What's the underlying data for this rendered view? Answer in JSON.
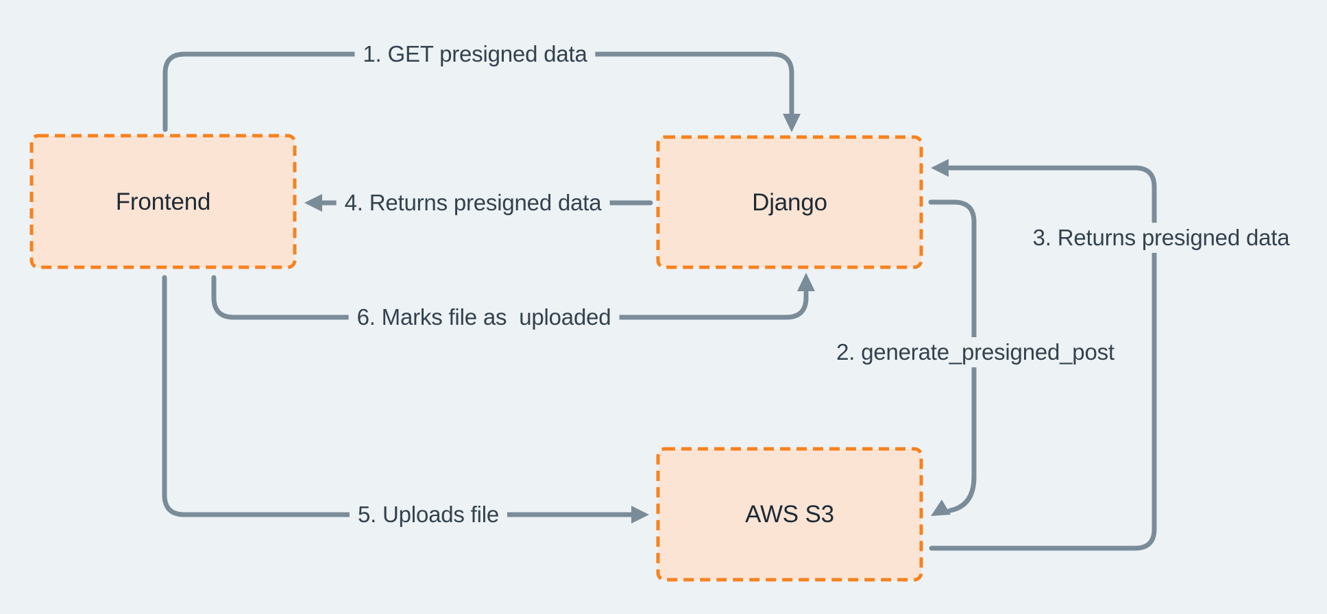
{
  "palette": {
    "background": "#edf2f5",
    "node_fill": "#fce4d4",
    "node_border": "#f6821f",
    "arrow": "#7b8c99",
    "edge_label_text": "#33424d",
    "node_label_text": "#1c2a35"
  },
  "nodes": [
    {
      "id": "frontend",
      "label": "Frontend"
    },
    {
      "id": "django",
      "label": "Django"
    },
    {
      "id": "aws_s3",
      "label": "AWS S3"
    }
  ],
  "edges": [
    {
      "id": "1",
      "label": "1. GET presigned data",
      "from": "frontend",
      "to": "django"
    },
    {
      "id": "2",
      "label": "2. generate_presigned_post",
      "from": "django",
      "to": "aws_s3"
    },
    {
      "id": "3",
      "label": "3. Returns presigned data",
      "from": "aws_s3",
      "to": "django"
    },
    {
      "id": "4",
      "label": "4. Returns presigned data",
      "from": "django",
      "to": "frontend"
    },
    {
      "id": "5",
      "label": "5. Uploads file",
      "from": "frontend",
      "to": "aws_s3"
    },
    {
      "id": "6",
      "label": "6. Marks file as  uploaded",
      "from": "frontend",
      "to": "django"
    }
  ]
}
